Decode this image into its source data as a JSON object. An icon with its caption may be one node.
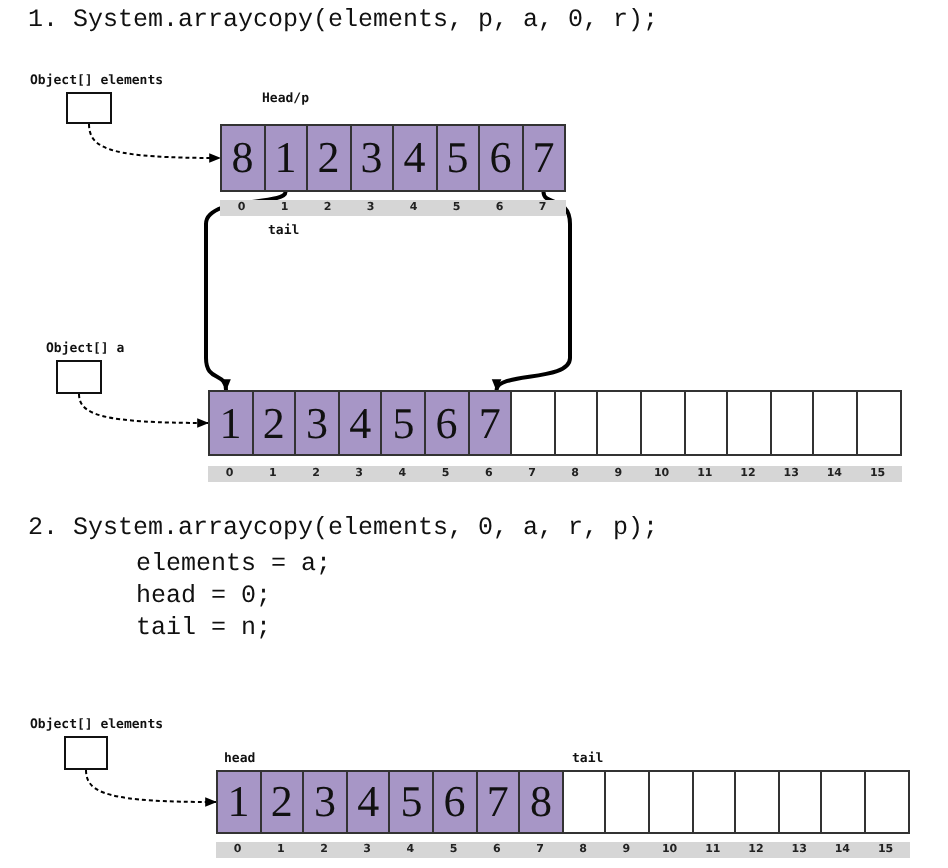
{
  "diagram": {
    "nodes": [
      {
        "text": [
          "Object[] elements"
        ]
      },
      {
        "text": [
          "8"
        ]
      },
      {
        "text": [
          "1"
        ]
      },
      {
        "text": [
          "2"
        ]
      },
      {
        "text": [
          "3"
        ]
      },
      {
        "text": [
          "4"
        ]
      },
      {
        "text": [
          "5"
        ]
      },
      {
        "text": [
          "6"
        ]
      },
      {
        "text": [
          "7"
        ]
      },
      {
        "text": [
          "Object[] a"
        ]
      },
      {
        "text": [
          "1"
        ]
      },
      {
        "text": [
          "2"
        ]
      },
      {
        "text": [
          "3"
        ]
      },
      {
        "text": [
          "4"
        ]
      },
      {
        "text": [
          "5"
        ]
      },
      {
        "text": [
          "6"
        ]
      },
      {
        "text": [
          "7"
        ]
      },
      {
        "text": [],
        "shape": "box"
      },
      {
        "text": [],
        "shape": "box"
      },
      {
        "text": [],
        "shape": "box"
      },
      {
        "text": [],
        "shape": "box"
      },
      {
        "text": [],
        "shape": "box"
      },
      {
        "text": [],
        "shape": "box"
      },
      {
        "text": [],
        "shape": "box"
      },
      {
        "text": [],
        "shape": "box"
      },
      {
        "text": [],
        "shape": "box"
      },
      {
        "text": [
          "Object[] elements"
        ]
      },
      {
        "text": [
          "1"
        ]
      },
      {
        "text": [
          "2"
        ]
      },
      {
        "text": [
          "3"
        ]
      },
      {
        "text": [
          "4"
        ]
      },
      {
        "text": [
          "5"
        ]
      },
      {
        "text": [
          "6"
        ]
      },
      {
        "text": [
          "7"
        ]
      },
      {
        "text": [
          "8"
        ]
      },
      {
        "text": [],
        "shape": "box"
      },
      {
        "text": [],
        "shape": "box"
      },
      {
        "text": [],
        "shape": "box"
      },
      {
        "text": [],
        "shape": "box"
      },
      {
        "text": [],
        "shape": "box"
      },
      {
        "text": [],
        "shape": "box"
      },
      {
        "text": [],
        "shape": "box"
      },
      {
        "text": [],
        "shape": "box"
      }
    ],
    "edges": [
      {
        "from": 0,
        "to": 1,
        "arrow": "to",
        "style": "dashed"
      },
      {
        "from": 2,
        "to": 10,
        "arrow": "to"
      },
      {
        "from": 8,
        "to": 16,
        "arrow": "to"
      },
      {
        "from": 9,
        "to": 10,
        "arrow": "to",
        "style": "dashed"
      },
      {
        "from": 26,
        "to": 27,
        "arrow": "to",
        "style": "dashed"
      }
    ],
    "labels": [
      "1. System.arraycopy(elements, p, a, 0, r);",
      "Head/p",
      "0",
      "1",
      "2",
      "3",
      "4",
      "5",
      "6",
      "7",
      "tail",
      "0",
      "1",
      "2",
      "3",
      "4",
      "5",
      "6",
      "7",
      "8",
      "9",
      "10",
      "11",
      "12",
      "13",
      "14",
      "15",
      "2. System.arraycopy(elements, 0, a, r, p);",
      "elements = a;",
      "head = 0;",
      "tail = n;",
      "head",
      "tail",
      "0",
      "1",
      "2",
      "3",
      "4",
      "5",
      "6",
      "7",
      "8",
      "9",
      "10",
      "11",
      "12",
      "13",
      "14",
      "15"
    ]
  }
}
